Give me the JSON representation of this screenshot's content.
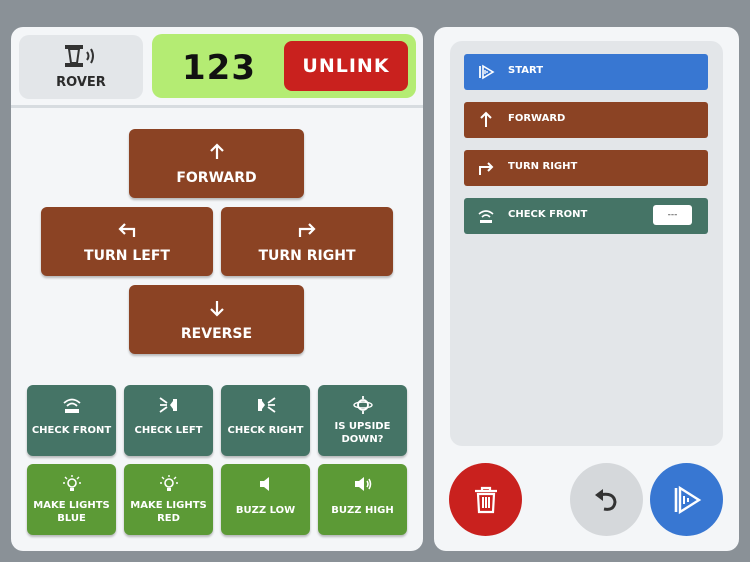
{
  "device": {
    "name": "ROVER",
    "link_code": "123",
    "unlink_label": "UNLINK"
  },
  "movement": {
    "forward": "FORWARD",
    "turn_left": "TURN LEFT",
    "turn_right": "TURN RIGHT",
    "reverse": "REVERSE"
  },
  "sensors": [
    {
      "label": "CHECK FRONT",
      "icon": "sensor-front-icon"
    },
    {
      "label": "CHECK LEFT",
      "icon": "sensor-left-icon"
    },
    {
      "label": "CHECK RIGHT",
      "icon": "sensor-right-icon"
    },
    {
      "label": "IS UPSIDE DOWN?",
      "icon": "orientation-icon"
    }
  ],
  "actions": [
    {
      "label": "MAKE LIGHTS BLUE",
      "icon": "bulb-icon"
    },
    {
      "label": "MAKE LIGHTS RED",
      "icon": "bulb-icon"
    },
    {
      "label": "BUZZ LOW",
      "icon": "speaker-icon"
    },
    {
      "label": "BUZZ HIGH",
      "icon": "speaker-loud-icon"
    }
  ],
  "program": [
    {
      "label": "START",
      "icon": "start-icon",
      "color": "#3877d2"
    },
    {
      "label": "FORWARD",
      "icon": "arrow-up-icon",
      "color": "#8b4324"
    },
    {
      "label": "TURN RIGHT",
      "icon": "turn-right-icon",
      "color": "#8b4324"
    },
    {
      "label": "CHECK FRONT",
      "icon": "sensor-front-icon",
      "color": "#457466",
      "value": "---"
    }
  ],
  "colors": {
    "movement": "#8b4324",
    "sensor": "#457466",
    "action": "#5c9a36",
    "start": "#3877d2",
    "unlink": "#c9211e",
    "link_box": "#b4ec73",
    "trash": "#c9211e",
    "undo": "#d5d8db",
    "run": "#3877d2"
  },
  "controls": {
    "trash": "trash-icon",
    "undo": "undo-icon",
    "run": "run-icon"
  }
}
